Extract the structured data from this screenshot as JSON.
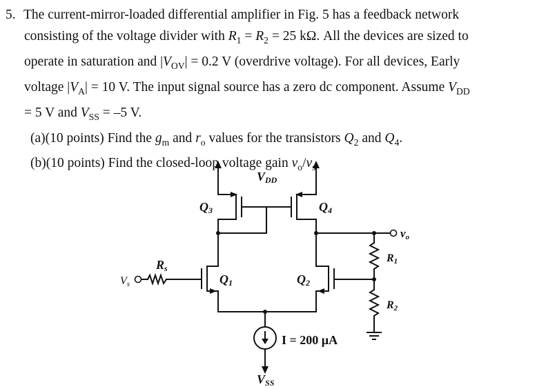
{
  "problem": {
    "number": "5.",
    "intro_1": "The current-mirror-loaded differential amplifier in Fig. 5 has a feedback network",
    "intro_2a": "consisting of the voltage divider with ",
    "r1_symbol": "R",
    "r1_sub": "1",
    "equals_1": " = ",
    "r2_symbol": "R",
    "r2_sub": "2",
    "r_value": " = 25 kΩ. All the devices are sized to",
    "intro_3a": "operate in saturation and |",
    "vov_symbol": "V",
    "vov_sub": "OV",
    "intro_3b": "| = 0.2 V (overdrive voltage). For all devices, Early",
    "intro_4a": "voltage |",
    "va_symbol": "V",
    "va_sub": "A",
    "intro_4b": "| = 10 V. The input signal source has a zero dc component. Assume ",
    "vdd_symbol": "V",
    "vdd_sub": "DD",
    "intro_5a": "= 5 V and ",
    "vss_symbol": "V",
    "vss_sub": "SS",
    "intro_5b": " = –5 V.",
    "part_a_label": "(a)",
    "part_a_1": "(10 points) Find the ",
    "gm_symbol": "g",
    "gm_sub": "m",
    "part_a_2": " and ",
    "ro_symbol": "r",
    "ro_sub": "o",
    "part_a_3": " values for the transistors ",
    "q2_symbol": "Q",
    "q2_sub": "2",
    "part_a_4": " and ",
    "q4_symbol": "Q",
    "q4_sub": "4",
    "part_a_5": ".",
    "part_b_label": "(b)",
    "part_b_1": "(10 points) Find the closed-loop voltage gain ",
    "vo_symbol": "v",
    "vo_sub": "o",
    "slash": "/",
    "vs_symbol": "v",
    "vs_sub": "s",
    "part_b_2": "."
  },
  "circuit": {
    "vdd_label": "V",
    "vdd_label_sub": "DD",
    "vss_label": "V",
    "vss_label_sub": "SS",
    "q1_label": "Q",
    "q1_label_sub": "1",
    "q2_label": "Q",
    "q2_label_sub": "2",
    "q3_label": "Q",
    "q3_label_sub": "3",
    "q4_label": "Q",
    "q4_label_sub": "4",
    "rs_label": "R",
    "rs_label_sub": "s",
    "vs_label": "V",
    "vs_label_sub": "s",
    "r1_label": "R",
    "r1_label_sub": "1",
    "r2_label": "R",
    "r2_label_sub": "2",
    "vo_label": "v",
    "vo_label_sub": "o",
    "current_source_label": "I = 200 µA"
  }
}
